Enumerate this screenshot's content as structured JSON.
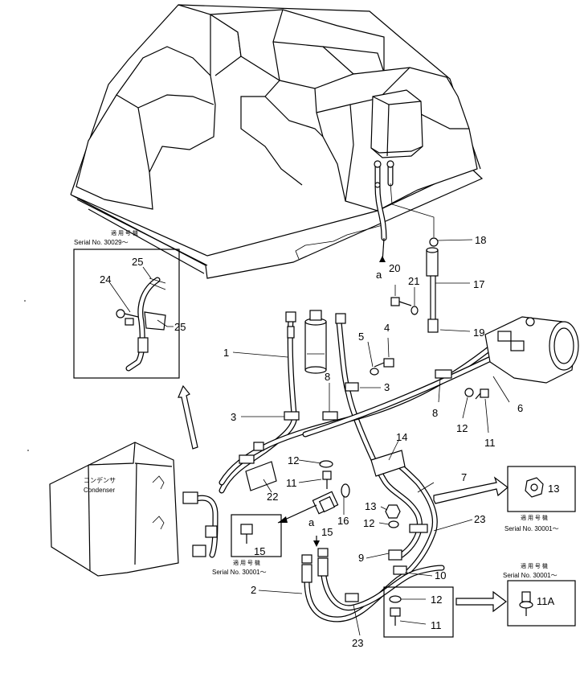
{
  "callouts": [
    "1",
    "2",
    "3",
    "3",
    "4",
    "5",
    "6",
    "7",
    "8",
    "8",
    "9",
    "10",
    "11",
    "11",
    "11",
    "12",
    "12",
    "12",
    "12",
    "13",
    "13",
    "14",
    "15",
    "15",
    "16",
    "17",
    "18",
    "19",
    "20",
    "21",
    "22",
    "23",
    "23",
    "24",
    "25",
    "25",
    "11A"
  ],
  "labels": {
    "a_top": "a",
    "a_mid": "a",
    "condenser_jp": "コンデンサ",
    "condenser": "Condenser"
  },
  "inset_top_left": {
    "applicable_jp": "適 用 号 機",
    "serial": "Serial No. 30029～"
  },
  "inset_mid_left": {
    "applicable_jp": "適 用 号 機",
    "serial": "Serial No. 30001～"
  },
  "inset_right_13": {
    "applicable_jp": "適 用 号 機",
    "serial": "Serial No. 30001～"
  },
  "inset_right_11a": {
    "applicable_jp": "適 用 号 機",
    "serial": "Serial No. 30001～"
  }
}
